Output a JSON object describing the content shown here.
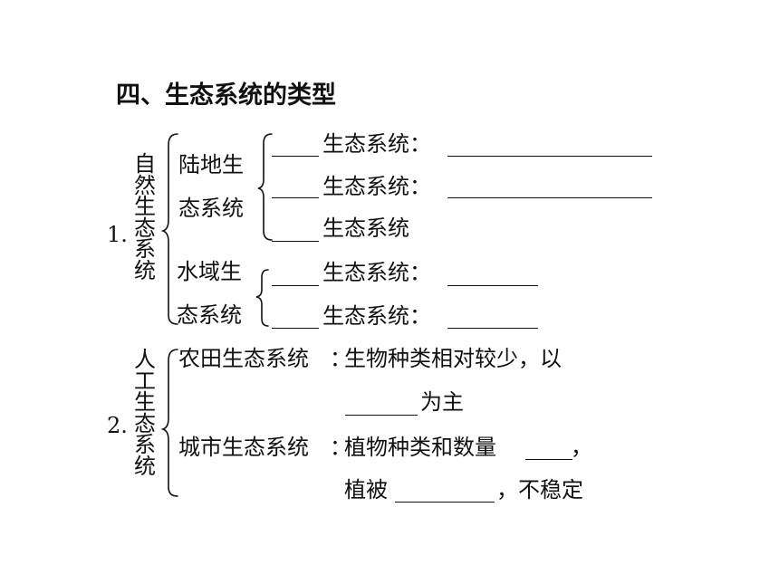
{
  "heading": "四、生态系统的类型",
  "section1": {
    "number": "1.",
    "label_vertical": [
      "自",
      "然",
      "生",
      "态",
      "系",
      "统"
    ],
    "land": {
      "label_line1": "陆地生",
      "label_line2": "态系统",
      "rows": [
        {
          "text": "生态系统",
          "suffix": "："
        },
        {
          "text": "生态系统",
          "suffix": "："
        },
        {
          "text": "生态系统",
          "suffix": ""
        }
      ]
    },
    "water": {
      "label_line1": "水域生",
      "label_line2": "态系统",
      "rows": [
        {
          "text": "生态系统",
          "suffix": "："
        },
        {
          "text": "生态系统",
          "suffix": "："
        }
      ]
    }
  },
  "section2": {
    "number": "2.",
    "label_vertical": [
      "人",
      "工",
      "生",
      "态",
      "系",
      "统"
    ],
    "farmland": {
      "name": "农田生态系统",
      "colon": "：",
      "desc1": "生物种类相对较少，以",
      "desc2": "为主"
    },
    "city": {
      "name": "城市生态系统",
      "colon": "：",
      "desc1": "植物种类和数量",
      "desc1_end": "，",
      "desc2_start": "植被",
      "desc2_end": "，不稳定"
    }
  }
}
